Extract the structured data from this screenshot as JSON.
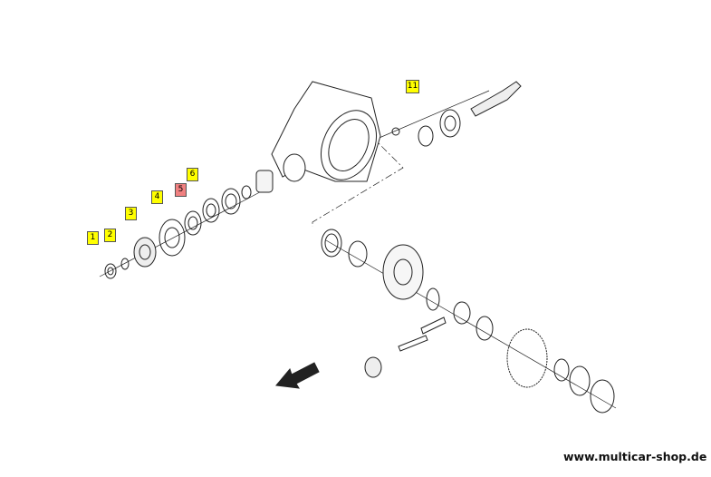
{
  "diagram": {
    "callouts": [
      {
        "id": "1",
        "color": "#ffff00"
      },
      {
        "id": "2",
        "color": "#ffff00"
      },
      {
        "id": "3",
        "color": "#ffff00"
      },
      {
        "id": "4",
        "color": "#ffff00"
      },
      {
        "id": "5",
        "color": "#f08080"
      },
      {
        "id": "6",
        "color": "#ffff00"
      },
      {
        "id": "11",
        "color": "#ffff00"
      }
    ]
  },
  "watermark": "www.multicar-shop.de"
}
